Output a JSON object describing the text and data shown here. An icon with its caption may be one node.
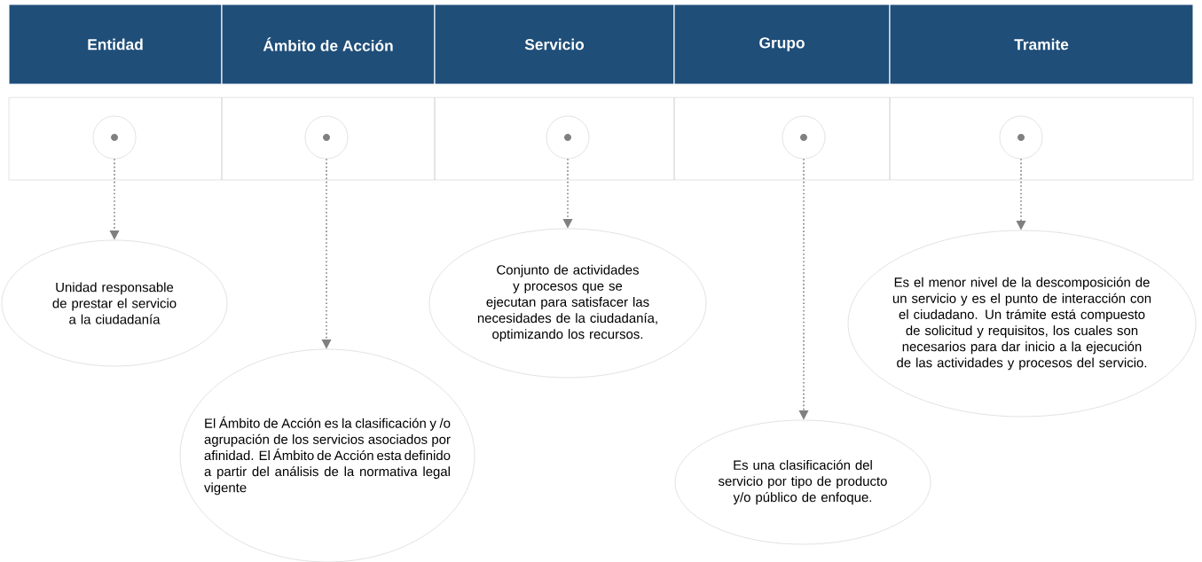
{
  "diagram": {
    "nodes": [
      {
        "text": [
          "Entidad"
        ]
      },
      {
        "text": [
          "Ámbito de Acción"
        ]
      },
      {
        "text": [
          "Servicio"
        ]
      },
      {
        "text": [
          "Grupo"
        ]
      },
      {
        "text": [
          "Tramite"
        ]
      },
      {
        "text": [],
        "shape": "circle"
      },
      {
        "text": [],
        "shape": "circle"
      },
      {
        "text": [],
        "shape": "circle"
      },
      {
        "text": [],
        "shape": "circle"
      },
      {
        "text": [],
        "shape": "circle"
      },
      {
        "text": [
          "Unidad responsable de prestar el servicio a la ciudadanía"
        ]
      },
      {
        "text": [
          "El Ámbito de Acción es la clasificación y /o agrupación de los servicios asociados por afinidad. El Ámbito de Acción esta definido a partir del análisis de la normativa legal vigente"
        ]
      },
      {
        "text": [
          "Conjunto de actividades y procesos que se ejecutan para satisfacer las necesidades de la ciudadanía, optimizando los recursos."
        ]
      },
      {
        "text": [
          "Es una clasificación del servicio por tipo de producto y/o público de enfoque."
        ]
      },
      {
        "text": [
          "Es el menor nivel de la descomposición de un servicio y es el punto de interacción con el ciudadano. Un trámite está compuesto de solicitud y requisitos, los cuales son necesarios para dar inicio a la ejecución de las actividades y procesos del servicio."
        ]
      }
    ],
    "edges": [
      {
        "from": 5,
        "to": 10,
        "arrow": "to"
      },
      {
        "from": 6,
        "to": 11,
        "arrow": "to"
      },
      {
        "from": 7,
        "to": 12,
        "arrow": "to"
      },
      {
        "from": 8,
        "to": 13,
        "arrow": "to"
      },
      {
        "from": 9,
        "to": 14,
        "arrow": "to"
      }
    ]
  }
}
